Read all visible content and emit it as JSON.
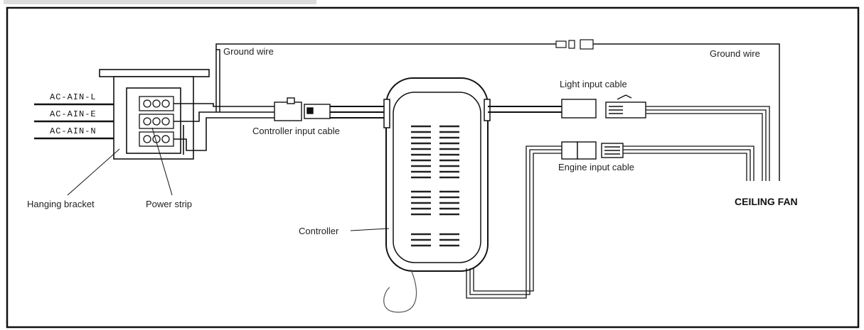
{
  "labels": {
    "ground_wire_left": "Ground wire",
    "ground_wire_right": "Ground wire",
    "ac_l": "AC-AIN-L",
    "ac_e": "AC-AIN-E",
    "ac_n": "AC-AIN-N",
    "controller_input": "Controller input cable",
    "light_input": "Light input cable",
    "engine_input": "Engine input cable",
    "hanging_bracket": "Hanging bracket",
    "power_strip": "Power strip",
    "controller": "Controller",
    "ceiling_fan": "CEILING FAN"
  }
}
